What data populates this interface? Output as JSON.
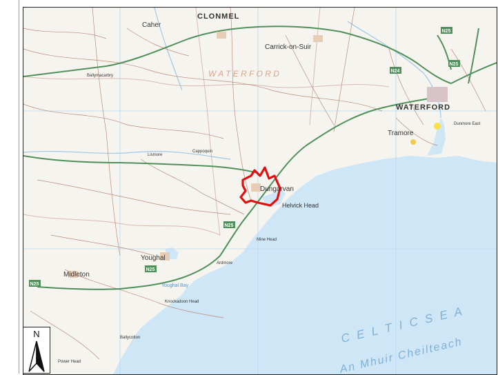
{
  "map": {
    "colors": {
      "land": "#f6f4ee",
      "sea": "#cfe6f7",
      "major_road": "#4f8f5a",
      "minor_road": "#b88b7a",
      "boundary": "#d7b9b1",
      "highlight": "#e01010",
      "text": "#333333",
      "region_text": "#d9a38c",
      "sea_text": "#7fb0d6"
    },
    "labels": {
      "clonmel": "CLONMEL",
      "caher": "Caher",
      "carrick": "Carrick-on-Suir",
      "waterford_region": "W A T E R F O R D",
      "waterford_city": "WATERFORD",
      "tramore": "Tramore",
      "dungarvan": "Dungarvan",
      "helvick": "Helvick Head",
      "youghal": "Youghal",
      "midleton": "Midleton",
      "celtic_sea": "C E L T I C   S E A",
      "irish_sea_name": "An Mhuir Cheilteach",
      "youghal_bay": "Youghal Bay",
      "ballycotton": "Ballycotton",
      "dunmore": "Dunmore East",
      "power_head": "Power Head",
      "mine_head": "Mine Head",
      "ardmore": "Ardmore",
      "knockadoon": "Knockadoon Head",
      "cappoquin": "Cappoquin",
      "lismore": "Lismore",
      "ballymacarbry": "Ballymacarbry"
    },
    "route_badges": [
      "N25",
      "N24",
      "N25",
      "N25",
      "N25",
      "N25"
    ],
    "highlight_area": "Dungarvan area"
  },
  "north_arrow": {
    "label": "N"
  }
}
